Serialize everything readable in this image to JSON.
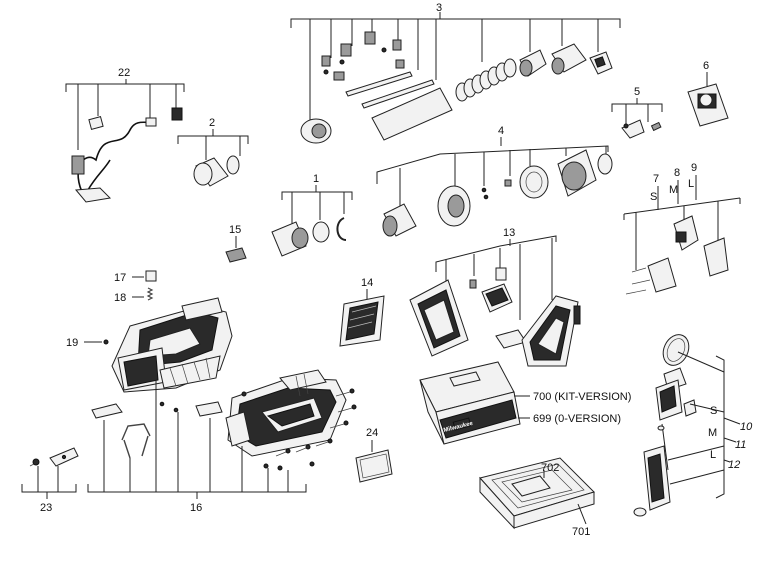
{
  "labels": {
    "p1": "1",
    "p2": "2",
    "p3": "3",
    "p4": "4",
    "p5": "5",
    "p6": "6",
    "p7": "7",
    "p8": "8",
    "p9": "9",
    "p10": "10",
    "p11": "11",
    "p12": "12",
    "p13": "13",
    "p14": "14",
    "p15": "15",
    "p16": "16",
    "p17": "17",
    "p18": "18",
    "p19": "19",
    "p22": "22",
    "p23": "23",
    "p24": "24",
    "p700": "700 (KIT-VERSION)",
    "p699": "699 (0-VERSION)",
    "p701": "701",
    "p702": "702",
    "var_s": "S",
    "var_m": "M",
    "var_l": "L",
    "var_s2": "S",
    "var_m2": "M",
    "var_l2": "L"
  },
  "brand": {
    "case_logo": "Milwaukee"
  }
}
